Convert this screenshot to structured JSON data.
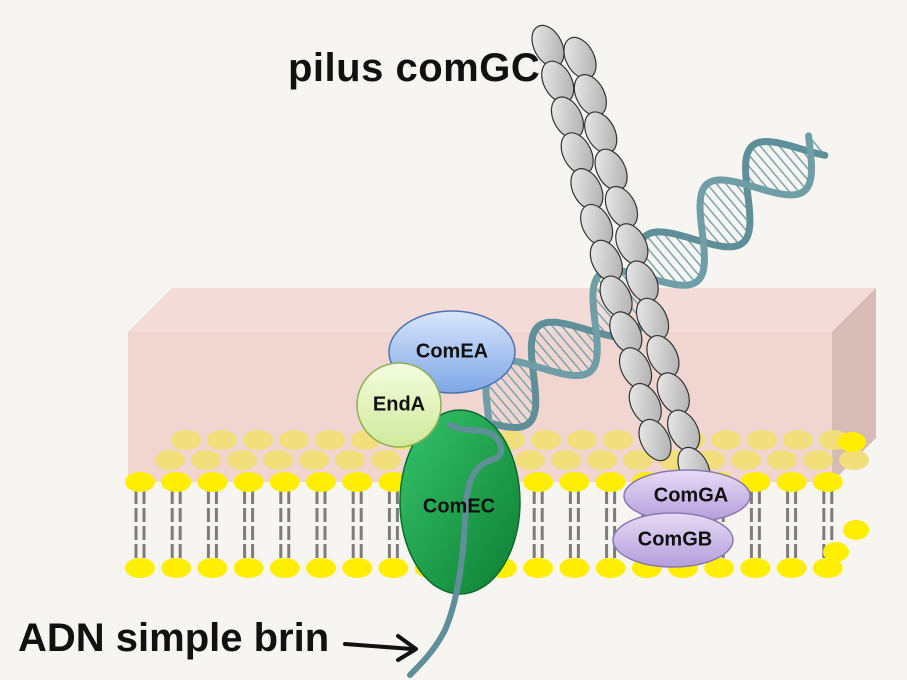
{
  "title": "pilus comGC",
  "ssdna_label": "ADN simple brin",
  "proteins": {
    "comea": "ComEA",
    "enda": "EndA",
    "comec": "ComEC",
    "comga": "ComGA",
    "comgb": "ComGB"
  },
  "colors": {
    "background": "#f6f5f2",
    "cell_wall": "#f1d8d4",
    "lipid_head": "#ffee00",
    "lipid_head_back": "#f4e080",
    "lipid_tail": "#808080",
    "comea": "#a9c6f2",
    "enda": "#e4f6b8",
    "comec": "#19a84a",
    "comg": "#c9b6e6",
    "dna": "#5f8f98",
    "pilus_subunit": "#cfcfcf"
  },
  "icons": {
    "dna_helix": "double-stranded-dna-icon",
    "ssdna_strand": "single-stranded-dna-icon",
    "pilus": "pilus-fiber-icon",
    "arrow": "arrow-right-icon"
  }
}
